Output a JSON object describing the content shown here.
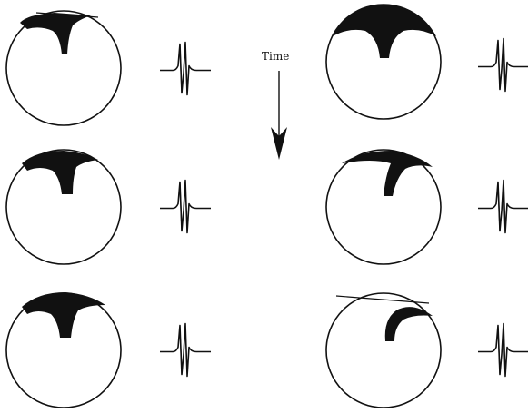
{
  "figure": {
    "time_label": "Time",
    "ink_color": "#111111",
    "background_color": "#ffffff",
    "arrow_direction": "down",
    "columns": [
      {
        "name": "left",
        "frames": [
          {
            "row": 1,
            "wave_shape": "cap-with-short-tail"
          },
          {
            "row": 2,
            "wave_shape": "cap-with-longer-tail"
          },
          {
            "row": 3,
            "wave_shape": "cap-with-short-tail"
          }
        ]
      },
      {
        "name": "right",
        "frames": [
          {
            "row": 1,
            "wave_shape": "full-cap-central-tail"
          },
          {
            "row": 2,
            "wave_shape": "cap-with-curved-tail"
          },
          {
            "row": 3,
            "wave_shape": "detached-curved-tail"
          }
        ]
      }
    ]
  }
}
